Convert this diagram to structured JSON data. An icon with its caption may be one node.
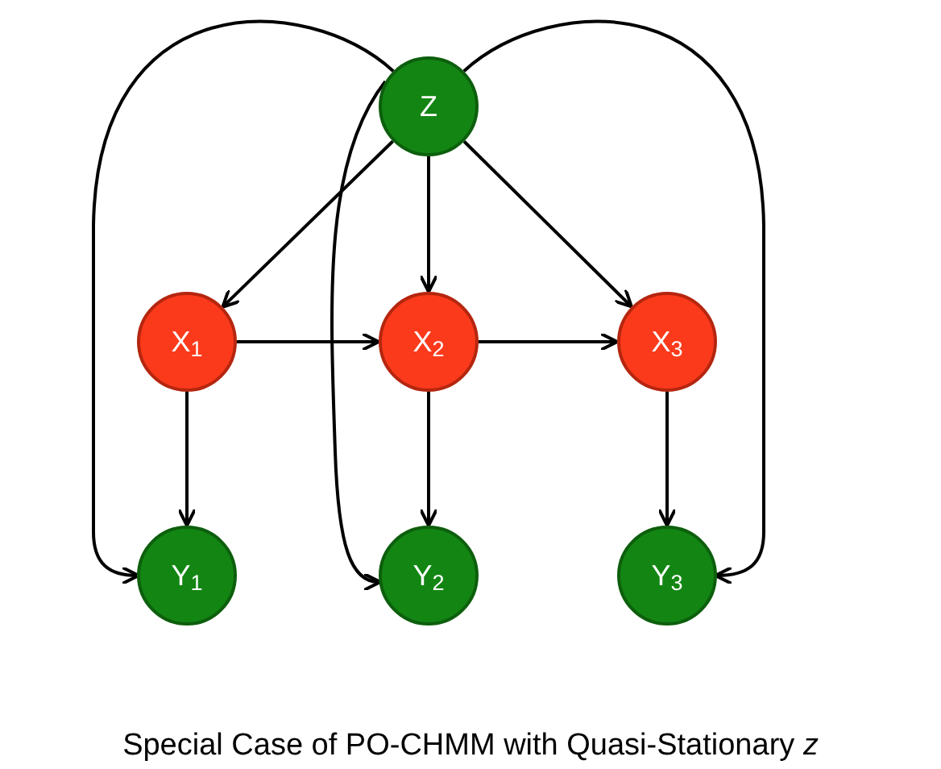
{
  "diagram": {
    "caption": "Special Case of PO-CHMM with Quasi-Stationary *z*",
    "nodes": [
      {
        "text": [
          "Z"
        ]
      },
      {
        "text": [
          "X$_{1}$"
        ]
      },
      {
        "text": [
          "X$_{2}$"
        ]
      },
      {
        "text": [
          "X$_{3}$"
        ]
      },
      {
        "text": [
          "Y$_{1}$"
        ]
      },
      {
        "text": [
          "Y$_{2}$"
        ]
      },
      {
        "text": [
          "Y$_{3}$"
        ]
      }
    ],
    "edges": [
      {
        "from": 0,
        "to": 1,
        "arrow": "to"
      },
      {
        "from": 0,
        "to": 2,
        "arrow": "to"
      },
      {
        "from": 0,
        "to": 3,
        "arrow": "to"
      },
      {
        "from": 1,
        "to": 2,
        "arrow": "to"
      },
      {
        "from": 2,
        "to": 3,
        "arrow": "to"
      },
      {
        "from": 1,
        "to": 4,
        "arrow": "to"
      },
      {
        "from": 2,
        "to": 5,
        "arrow": "to"
      },
      {
        "from": 3,
        "to": 6,
        "arrow": "to"
      },
      {
        "from": 0,
        "to": 4,
        "arrow": "to"
      },
      {
        "from": 0,
        "to": 5,
        "arrow": "to"
      },
      {
        "from": 0,
        "to": 6,
        "arrow": "to"
      }
    ]
  }
}
